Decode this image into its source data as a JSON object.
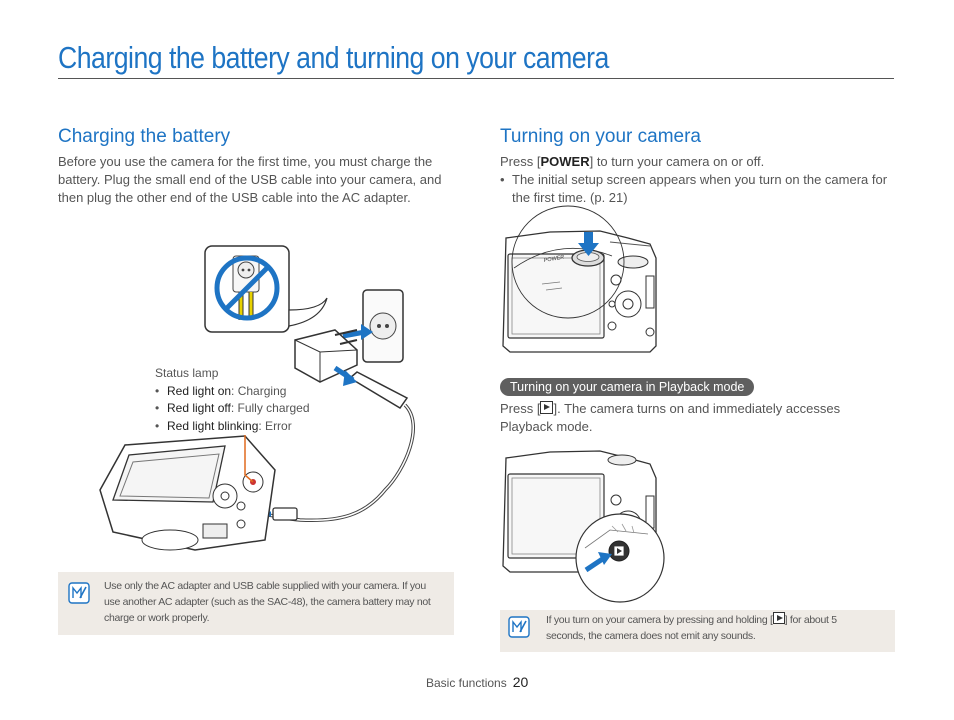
{
  "title": "Charging the battery and turning on your camera",
  "charging": {
    "heading": "Charging the battery",
    "body": "Before you use the camera for the first time, you must charge the battery. Plug the small end of the USB cable into your camera, and then plug the other end of the USB cable into the AC adapter.",
    "status_lamp_title": "Status lamp",
    "status_items": [
      {
        "key": "Red light on",
        "value": ": Charging"
      },
      {
        "key": "Red light off",
        "value": ": Fully charged"
      },
      {
        "key": "Red light blinking",
        "value": ": Error"
      }
    ],
    "note": "Use only the AC adapter and USB cable supplied with your camera. If you use another AC adapter (such as the SAC-48), the camera battery may not charge or work properly."
  },
  "turning_on": {
    "heading": "Turning on your camera",
    "press_pre": "Press [",
    "press_key": "POWER",
    "press_post": "] to turn your camera on or off.",
    "bullet": "The initial setup screen appears when you turn on the camera for the first time. (p. 21)",
    "power_label": "POWER",
    "playback_pill": "Turning on your camera in Playback mode",
    "playback_pre": "Press [",
    "playback_post": "]. The camera turns on and immediately accesses Playback mode.",
    "note_pre": "If you turn on your camera by pressing and holding [",
    "note_post": "] for about 5 seconds, the camera does not emit any sounds."
  },
  "footer": {
    "section": "Basic functions",
    "page": "20"
  },
  "colors": {
    "accent": "#1e74c4",
    "note_bg": "#efebe6",
    "arrow": "#1e74c4"
  },
  "icons": [
    "note-icon",
    "playback-icon",
    "no-plug-icon",
    "arrow-down-icon"
  ]
}
